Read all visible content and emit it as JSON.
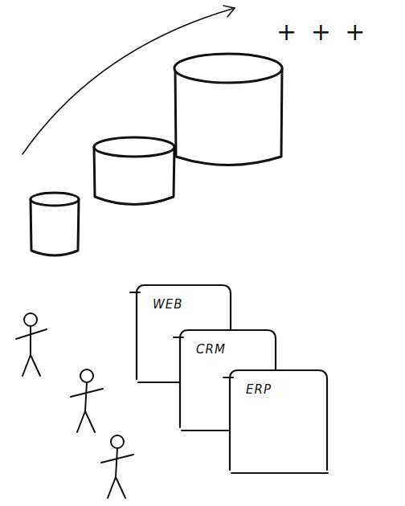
{
  "diagram": {
    "nodes": [
      {
        "text": [
          "WEB"
        ]
      },
      {
        "text": [
          "CRM"
        ]
      },
      {
        "text": [
          "ERP"
        ]
      }
    ],
    "labels": [
      "+ + +"
    ]
  }
}
